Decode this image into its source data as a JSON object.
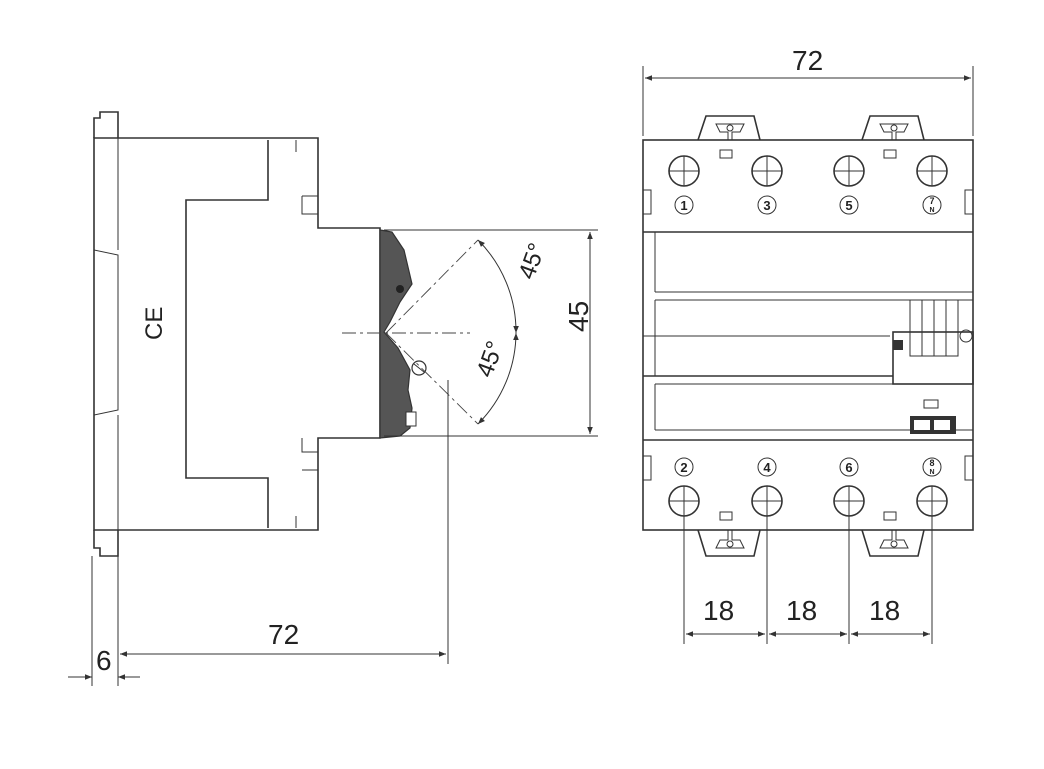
{
  "side_view": {
    "dim_depth": "72",
    "dim_offset": "6",
    "dim_height": "45",
    "angle_upper": "45°",
    "angle_lower": "45°",
    "mark": "CE"
  },
  "front_view": {
    "dim_width": "72",
    "pitch_1": "18",
    "pitch_2": "18",
    "pitch_3": "18",
    "terminals_top": [
      "1",
      "3",
      "5",
      "7"
    ],
    "terminals_bottom": [
      "2",
      "4",
      "6",
      "8"
    ],
    "neutral_top_sub": "N",
    "neutral_bottom_sub": "N"
  },
  "colors": {
    "line": "#333333",
    "background": "#ffffff",
    "handle": "#555555"
  },
  "icons": [
    "screw-terminal-icon",
    "ce-mark-icon",
    "din-clip-icon"
  ]
}
